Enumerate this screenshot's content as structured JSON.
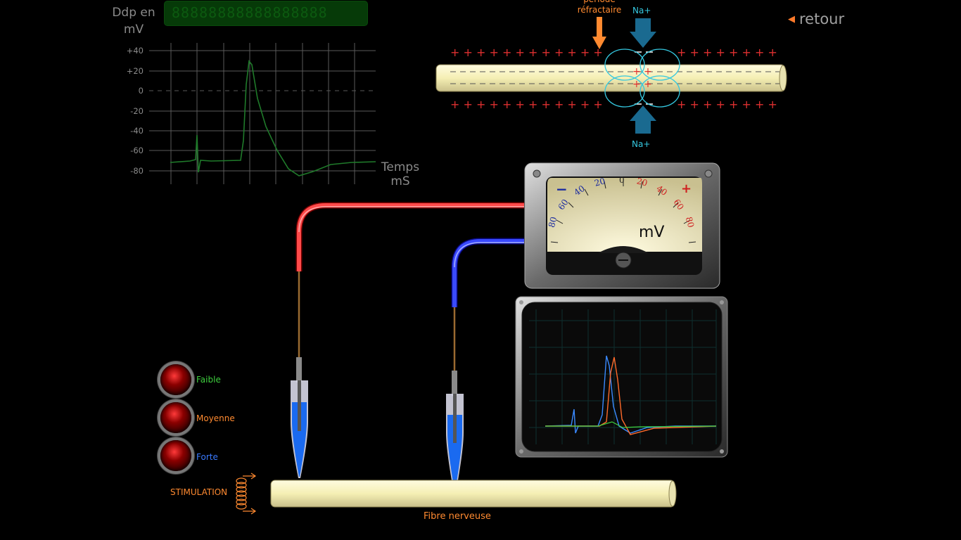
{
  "graph": {
    "ylabel": "Ddp en\nmV",
    "lcd_text": "88888888888888888",
    "xlabel": "Temps\nmS",
    "y_ticks": [
      "+40",
      "+20",
      "0",
      "-20",
      "-40",
      "-60",
      "-80"
    ]
  },
  "nav": {
    "retour_label": "retour"
  },
  "axon_diagram": {
    "refractory_label": "période\nréfractaire",
    "na_top": "Na+",
    "na_bottom": "Na+"
  },
  "voltmeter": {
    "unit": "mV",
    "minus_sign": "−",
    "plus_sign": "+",
    "scale_left": [
      "80",
      "60",
      "40",
      "20"
    ],
    "scale_zero": "0",
    "scale_right": [
      "20",
      "40",
      "60",
      "80"
    ]
  },
  "stimulation": {
    "buttons": [
      {
        "label": "Faible",
        "color": "#3ecf3e"
      },
      {
        "label": "Moyenne",
        "color": "#ff8a30"
      },
      {
        "label": "Forte",
        "color": "#3a7aff"
      }
    ],
    "label": "STIMULATION"
  },
  "fibre": {
    "label": "Fibre nerveuse"
  },
  "colors": {
    "accent": "#ff8a30",
    "graph_trace": "#1f7a2a",
    "cyan": "#35c8e0",
    "plus": "#e03030"
  }
}
